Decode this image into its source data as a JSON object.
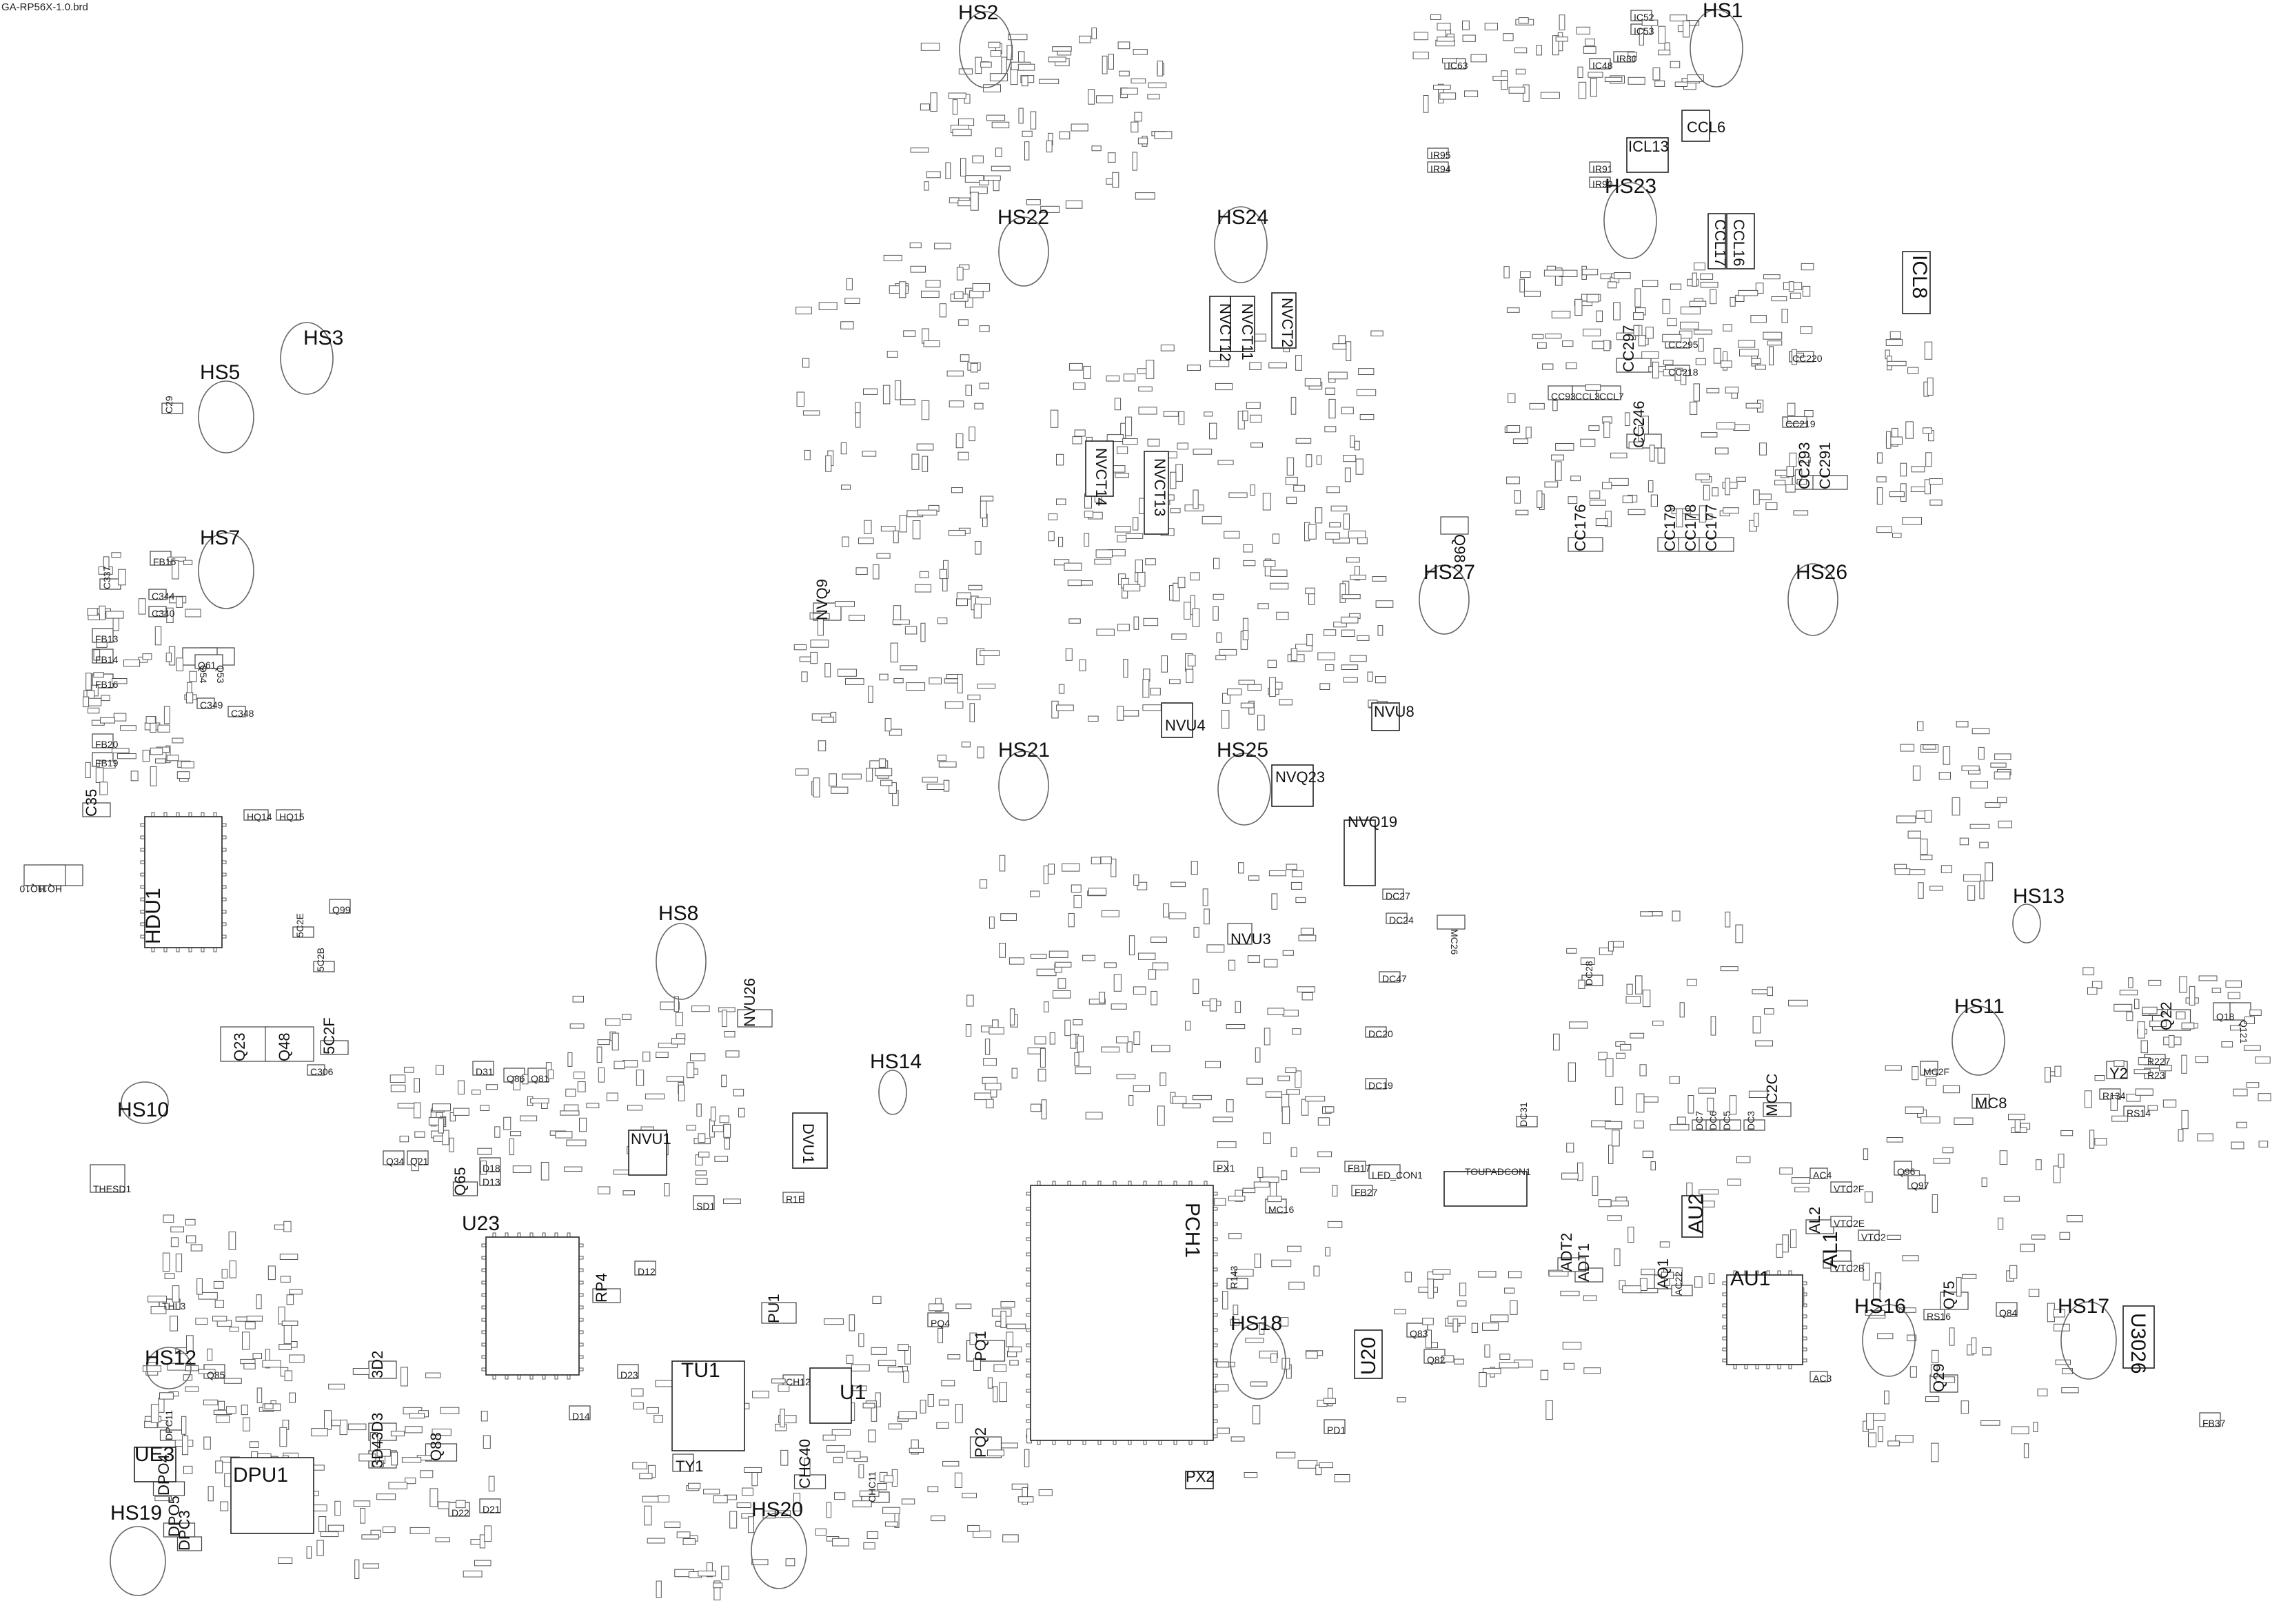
{
  "document": {
    "file_title": "GA-RP56X-1.0.brd"
  },
  "heatsinks": [
    "HS1",
    "HS2",
    "HS3",
    "HS5",
    "HS7",
    "HS8",
    "HS10",
    "HS11",
    "HS12",
    "HS13",
    "HS14",
    "HS16",
    "HS17",
    "HS18",
    "HS19",
    "HS20",
    "HS21",
    "HS22",
    "HS23",
    "HS24",
    "HS25",
    "HS26",
    "HS27"
  ],
  "major_components": [
    "PCH1",
    "HDU1",
    "DPU1",
    "U23",
    "TU1",
    "U1",
    "AU1",
    "AU2",
    "U20",
    "ICL8",
    "ICL13",
    "CCL6",
    "CCL16",
    "CCL17",
    "NVU1",
    "NVU4",
    "NVU8",
    "NVQ19",
    "NVQ23",
    "NVCT11",
    "NVCT12",
    "NVCT13",
    "NVCT14",
    "NVCT2",
    "DVU1",
    "UE3",
    "U3026",
    "PX2",
    "TOUPADCON1"
  ],
  "components": [
    "Q22",
    "Q23",
    "Q48",
    "Q29",
    "Q75",
    "Q65",
    "Q88",
    "Q98",
    "Q53",
    "Q54",
    "Q61",
    "Q34",
    "Q21",
    "Q81",
    "Q85",
    "Q86",
    "Q83",
    "Q82",
    "Q84",
    "Q96",
    "Q97",
    "Q99",
    "Q18",
    "Q121",
    "Y2",
    "MC8",
    "MC2C",
    "MC2F",
    "MC16",
    "MC26",
    "FB15",
    "FB13",
    "FB14",
    "FB16",
    "FB20",
    "FB19",
    "FB37",
    "C35",
    "C349",
    "C344",
    "C340",
    "C337",
    "C348",
    "C306",
    "C29",
    "CC176",
    "CC179",
    "CC178",
    "CC177",
    "CC293",
    "CC291",
    "CC246",
    "CCL7",
    "CCL3",
    "CC93",
    "CC297",
    "CC295",
    "CC218",
    "CC219",
    "CC220",
    "AQ1",
    "AL1",
    "AL2",
    "AC22",
    "AC4",
    "AC3",
    "PQ1",
    "PQ2",
    "PQ4",
    "PD1",
    "PU1",
    "PX1",
    "RP4",
    "3D2",
    "3D3",
    "3D4",
    "D12",
    "D13",
    "D14",
    "D18",
    "D21",
    "D22",
    "D23",
    "D31",
    "DPO4",
    "DPO5",
    "DPC3",
    "DPC11",
    "THESD1",
    "THL3",
    "TY1",
    "SD1",
    "IR90",
    "IR91",
    "IR94",
    "IR95",
    "IR80",
    "IC48",
    "IC52",
    "IC53",
    "IC63",
    "R143",
    "R134",
    "R227",
    "R23",
    "RS14",
    "RS16",
    "R1E",
    "CH12",
    "CHC40",
    "CHC11",
    "LED_CON1",
    "ADT1",
    "ADT2",
    "FB17",
    "FB27",
    "DC47",
    "DC20",
    "DC19",
    "DC24",
    "DC27",
    "DC28",
    "DC7",
    "DC6",
    "DC5",
    "DC3",
    "DC31",
    "VTC2",
    "VTC2E",
    "VTC2F",
    "VTC2B",
    "NVQ9",
    "NVU26",
    "NVU3",
    "HQ14",
    "HQ15",
    "HQ11",
    "HQ10",
    "5C2F",
    "5C2B",
    "5C2E"
  ]
}
